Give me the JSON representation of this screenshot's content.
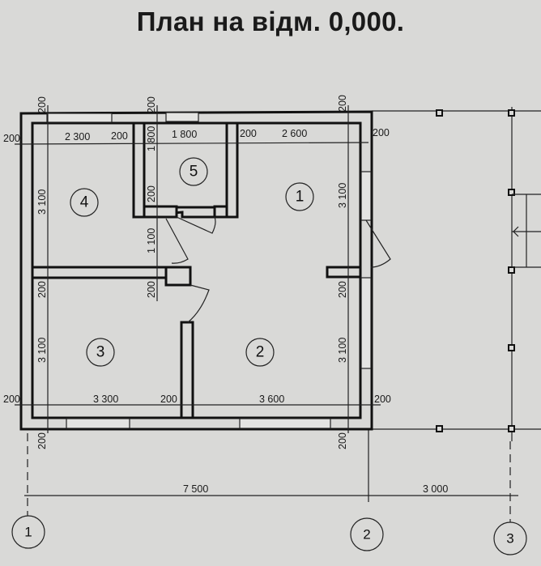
{
  "title": "План на відм. 0,000.",
  "rooms": [
    "1",
    "2",
    "3",
    "4",
    "5"
  ],
  "axes": [
    "1",
    "2",
    "3"
  ],
  "dimensions": {
    "top": [
      "200",
      "2 300",
      "200",
      "1 800",
      "200",
      "2 600",
      "200"
    ],
    "bottom": [
      "200",
      "3 300",
      "200",
      "3 600",
      "200"
    ],
    "axis_spans": [
      "7 500",
      "3 000"
    ],
    "left": [
      "3 100",
      "3 100"
    ],
    "mid": [
      "1 800",
      "200",
      "1 100",
      "200"
    ],
    "right": [
      "3 100",
      "200",
      "3 100"
    ],
    "ticks200": [
      "200",
      "200",
      "200",
      "200",
      "200",
      "200"
    ]
  }
}
